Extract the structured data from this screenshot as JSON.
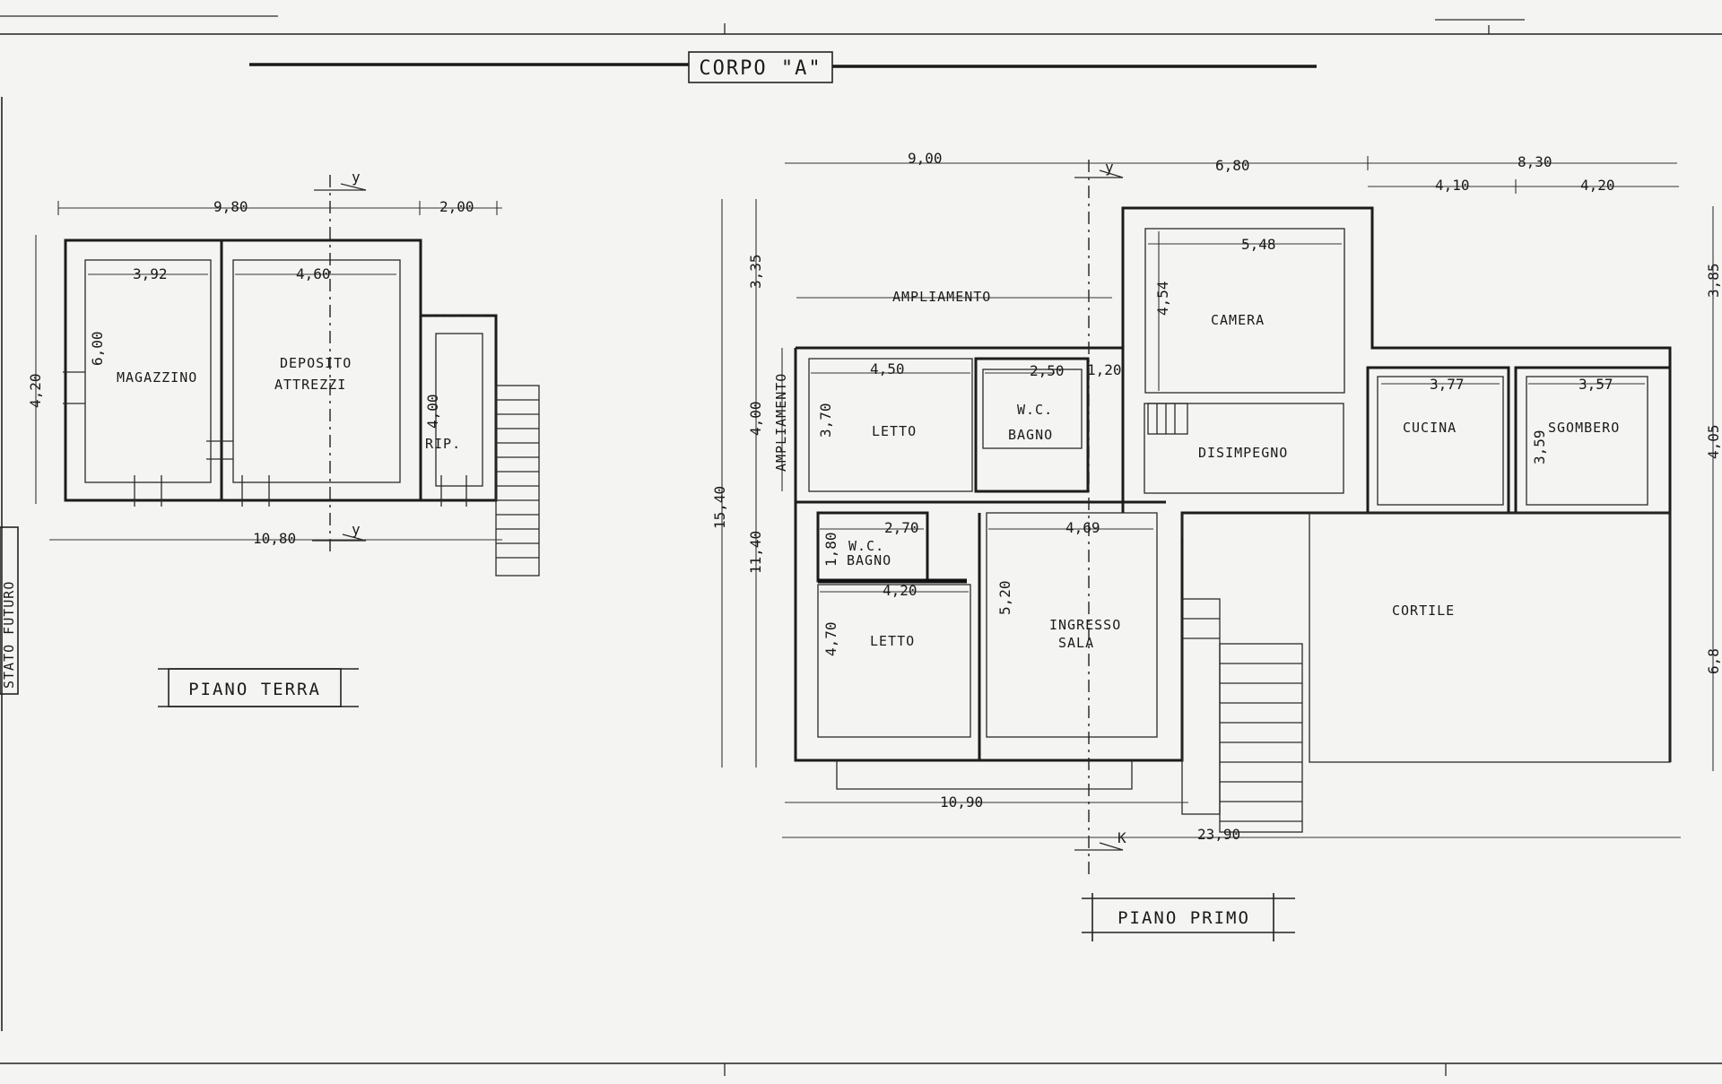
{
  "title": "CORPO \"A\"",
  "side_label": "STATO FUTURO",
  "piano_terra": {
    "caption": "PIANO TERRA",
    "rooms": {
      "magazzino": "MAGAZZINO",
      "deposito": "DEPOSITO",
      "attrezzi": "ATTREZZI",
      "rip": "RIP."
    },
    "dims": {
      "width_total": "9,80",
      "width_side": "2,00",
      "width_bottom": "10,80",
      "height": "4,20",
      "mag_w": "3,92",
      "mag_h": "6,00",
      "dep_w": "4,60",
      "rip_h": "4,00"
    },
    "section_mark": "y"
  },
  "piano_primo": {
    "caption": "PIANO PRIMO",
    "rooms": {
      "camera": "CAMERA",
      "cucina": "CUCINA",
      "sgombero": "SGOMBERO",
      "disimpegno": "DISIMPEGNO",
      "letto1": "LETTO",
      "wc1": "W.C.",
      "bagno1": "BAGNO",
      "wc2": "W.C.",
      "bagno2": "BAGNO",
      "letto2": "LETTO",
      "ingresso": "INGRESSO",
      "sala": "SALA",
      "cortile": "CORTILE",
      "ampliamento_h": "AMPLIAMENTO",
      "ampliamento_v": "AMPLIAMENTO"
    },
    "dims": {
      "top_left": "9,00",
      "top_mid": "6,80",
      "top_right": "8,30",
      "top_r1": "4,10",
      "top_r2": "4,20",
      "camera_w": "5,48",
      "camera_h": "4,54",
      "letto1_w": "4,50",
      "letto1_h": "3,70",
      "wc1_w": "2,50",
      "wc1_x": "1,20",
      "cucina_w": "3,77",
      "sgombero_w": "3,57",
      "sgombero_h": "3,59",
      "wc2_w": "2,70",
      "wc2_h": "1,80",
      "letto2_w": "4,20",
      "letto2_h": "4,70",
      "ingresso_w": "4,69",
      "ingresso_h": "5,20",
      "left_total": "15,40",
      "left_a": "3,35",
      "left_b": "4,00",
      "left_c": "11,40",
      "bottom_a": "10,90",
      "bottom_total": "23,90",
      "right_a": "3,85",
      "right_b": "4,05",
      "right_c": "6,8"
    },
    "section_mark": "y",
    "section_mark2": "K"
  }
}
